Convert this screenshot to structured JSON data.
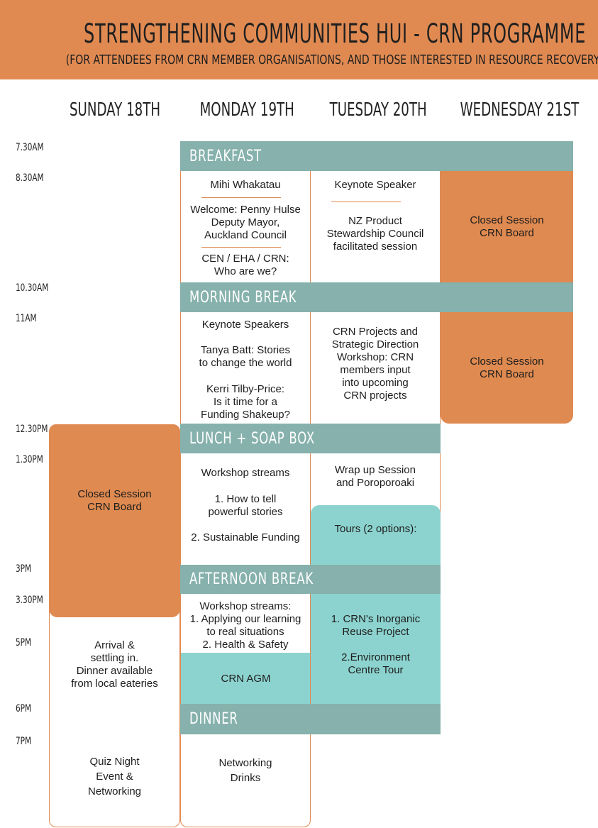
{
  "header": {
    "title": "STRENGTHENING COMMUNITIES HUI - CRN PROGRAMME",
    "subtitle": "(FOR ATTENDEES FROM CRN MEMBER ORGANISATIONS, AND THOSE INTERESTED IN RESOURCE RECOVERY)"
  },
  "days": [
    "SUNDAY 18TH",
    "MONDAY 19TH",
    "TUESDAY 20TH",
    "WEDNESDAY 21ST"
  ],
  "times": [
    "7.30AM",
    "8.30AM",
    "10.30AM",
    "11AM",
    "12.30PM",
    "1.30PM",
    "3PM",
    "3.30PM",
    "5PM",
    "6PM",
    "7PM"
  ],
  "breaks": {
    "breakfast": "BREAKFAST",
    "morning": "MORNING BREAK",
    "lunch": "LUNCH + SOAP BOX",
    "afternoon": "AFTERNOON BREAK",
    "dinner": "DINNER"
  },
  "monday": {
    "mihi": "Mihi Whakatau",
    "welcome": [
      "Welcome: Penny Hulse",
      "Deputy Mayor,",
      "Auckland Council"
    ],
    "who": [
      "CEN / EHA / CRN:",
      "Who are we?"
    ],
    "keynote_title": "Keynote Speakers",
    "tanya": [
      "Tanya Batt: Stories",
      "to change the world"
    ],
    "kerri": [
      "Kerri Tilby-Price:",
      "Is it time for a",
      "Funding Shakeup?"
    ],
    "workshop_title": "Workshop streams",
    "stream1": [
      "1. How to tell",
      "powerful stories"
    ],
    "stream2": "2. Sustainable Funding",
    "workshop2": [
      "Workshop streams:",
      "1. Applying our learning",
      "to real situations",
      "2. Health & Safety"
    ],
    "agm": "CRN AGM",
    "networking": [
      "Networking",
      "Drinks"
    ]
  },
  "tuesday": {
    "keynote": "Keynote Speaker",
    "nzps": [
      "NZ Product",
      "Stewardship Council",
      "facilitated session"
    ],
    "projects": [
      "CRN Projects and",
      "Strategic Direction",
      "Workshop: CRN",
      "members input",
      "into upcoming",
      "CRN projects"
    ],
    "wrapup": [
      "Wrap up Session",
      "and Poroporoaki"
    ],
    "tours": "Tours (2 options):",
    "tour1": [
      "1. CRN's Inorganic",
      "Reuse Project"
    ],
    "tour2": [
      "2.Environment",
      "Centre Tour"
    ]
  },
  "wednesday": {
    "closed1": [
      "Closed Session",
      "CRN Board"
    ],
    "closed2": [
      "Closed Session",
      "CRN Board"
    ]
  },
  "sunday": {
    "closed": [
      "Closed Session",
      "CRN Board"
    ],
    "arrival": [
      "Arrival &",
      "settling in.",
      "Dinner available",
      "from local eateries"
    ],
    "quiz": [
      "Quiz Night",
      "Event &",
      "Networking"
    ]
  },
  "colors": {
    "header_bg": "#e08a52",
    "break_bar": "#86b1ac",
    "closed_session": "#df8a50",
    "tour_teal": "#8cd3cf",
    "grid_line": "#e08a52"
  }
}
